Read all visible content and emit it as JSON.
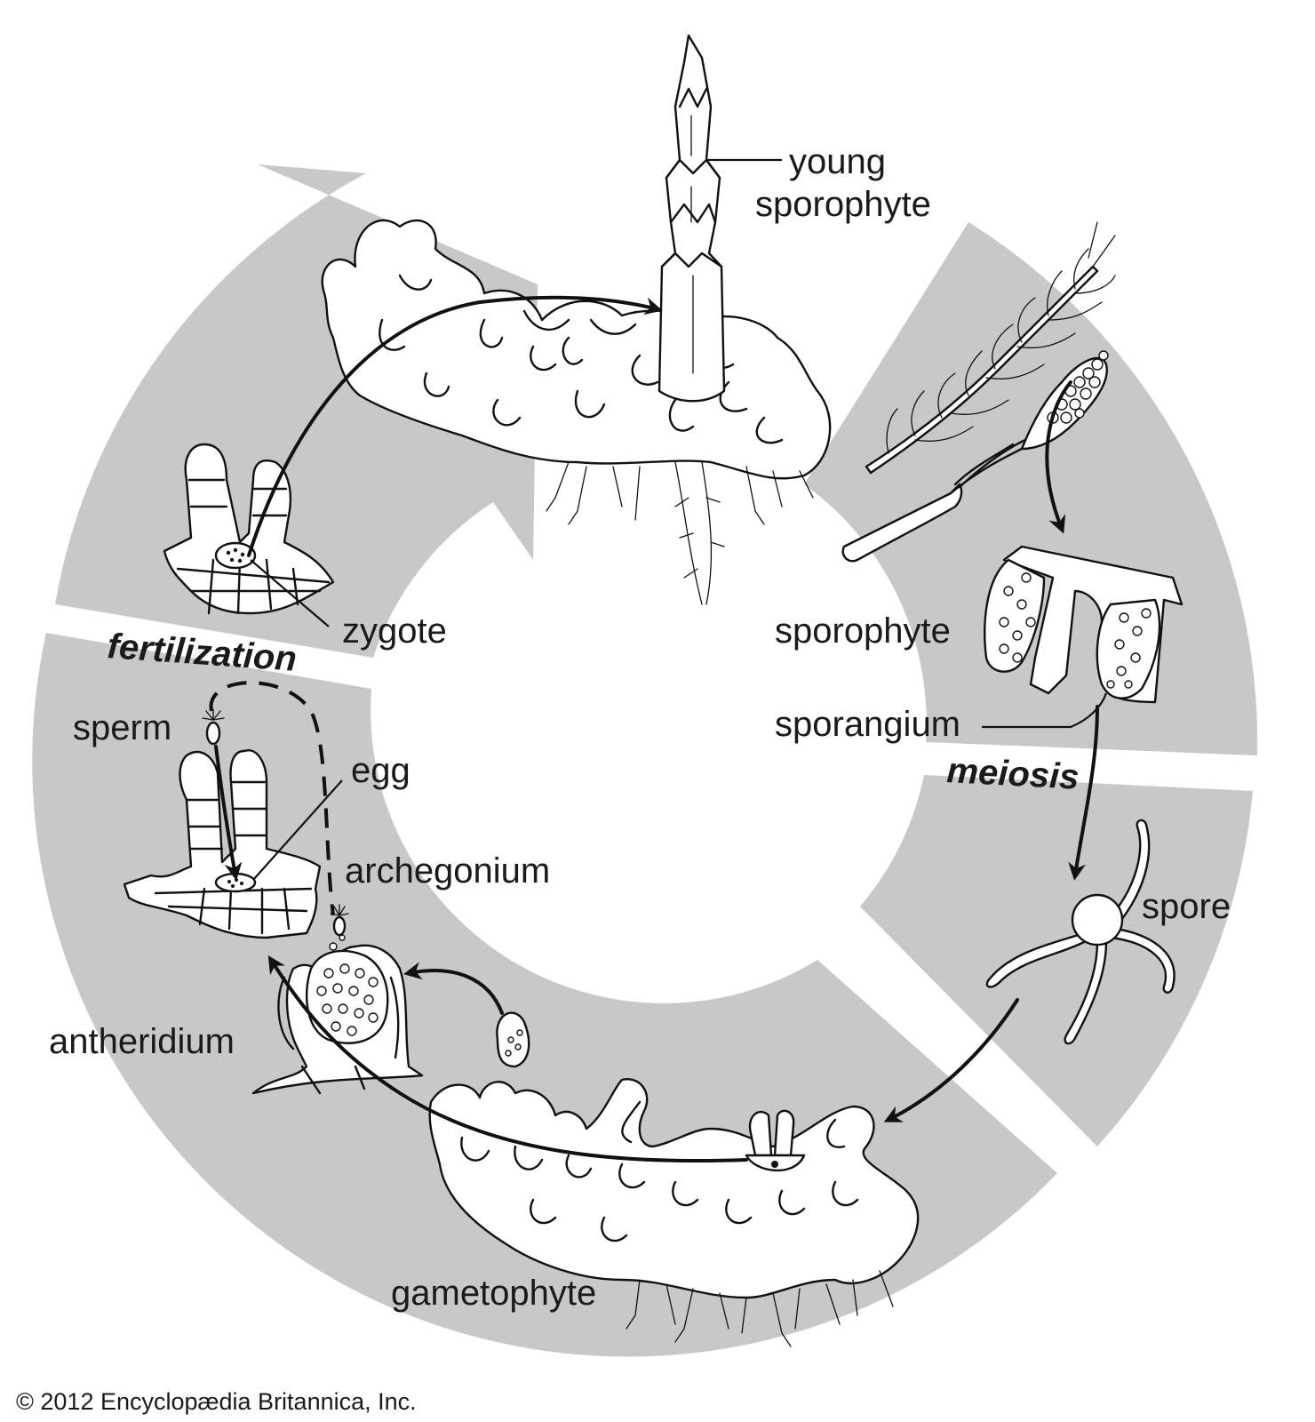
{
  "labels": {
    "young_sporophyte_line1": "young",
    "young_sporophyte_line2": "sporophyte",
    "sporophyte": "sporophyte",
    "sporangium": "sporangium",
    "meiosis": "meiosis",
    "spore": "spore",
    "gametophyte": "gametophyte",
    "antheridium": "antheridium",
    "archegonium": "archegonium",
    "egg": "egg",
    "sperm": "sperm",
    "fertilization": "fertilization",
    "zygote": "zygote"
  },
  "copyright": "© 2012 Encyclopædia Britannica, Inc.",
  "colors": {
    "cycle_band": "#c8c8c8",
    "ink": "#111111",
    "background": "#ffffff"
  }
}
